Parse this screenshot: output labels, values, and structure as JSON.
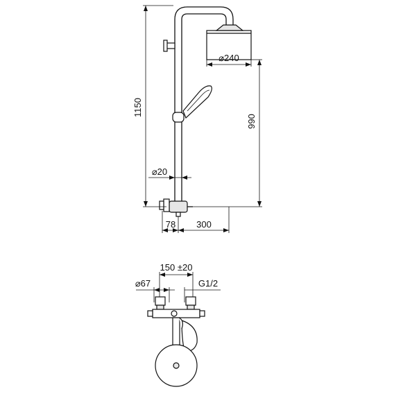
{
  "dimensions": {
    "total_height": "1150",
    "head_height": "990",
    "head_diameter": "⌀240",
    "pipe_diameter": "⌀20",
    "wall_offset": "78",
    "arm_length": "300",
    "valve_spacing": "150 ±20",
    "flange_diameter": "⌀67",
    "thread": "G1/2"
  },
  "colors": {
    "line": "#111111",
    "background": "#ffffff",
    "fill": "#e6e6e6"
  }
}
